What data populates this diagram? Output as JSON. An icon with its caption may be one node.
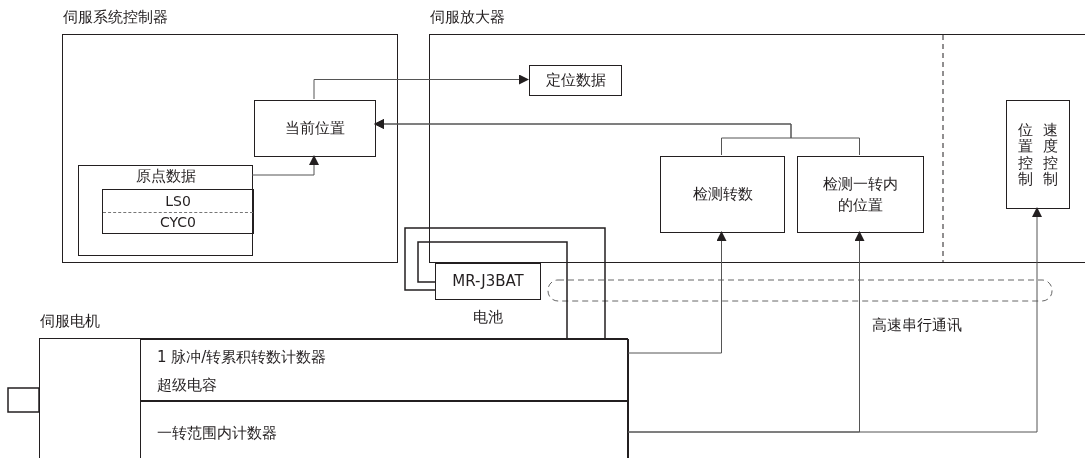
{
  "diagram": {
    "nodes": [
      {
        "text": [
          "伺服系统控制器"
        ]
      },
      {
        "text": [
          "当前位置"
        ],
        "in": 0
      },
      {
        "text": [
          "原点数据"
        ],
        "in": 0
      },
      {
        "text": [
          "LS0",
          "CYC0"
        ],
        "in": 2
      },
      {
        "text": [
          "伺服放大器"
        ]
      },
      {
        "text": [
          "定位数据"
        ],
        "in": 4
      },
      {
        "text": [
          "检测转数"
        ],
        "in": 4
      },
      {
        "text": [
          "检测一转内的位置"
        ],
        "in": 4
      },
      {
        "text": [
          "位置控制",
          "速度控制"
        ],
        "in": 4
      },
      {
        "text": [
          "MR-J3BAT"
        ],
        "beside": [
          "电池"
        ]
      },
      {
        "text": [
          "伺服电机"
        ]
      },
      {
        "text": [
          "1 脉冲/转累积转数计数器",
          "超级电容"
        ],
        "in": 10
      },
      {
        "text": [
          "一转范围内计数器"
        ],
        "in": 10
      }
    ],
    "edges": [
      {
        "from": 1,
        "to": 5,
        "arrow": "to"
      },
      {
        "from": 2,
        "to": 1,
        "arrow": "to"
      },
      {
        "from": 6,
        "to": 1,
        "arrow": "to"
      },
      {
        "from": 7,
        "to": 1,
        "arrow": "to"
      },
      {
        "from": 11,
        "to": 6,
        "arrow": "to"
      },
      {
        "from": 12,
        "to": 7,
        "arrow": "to"
      },
      {
        "from": 12,
        "to": 8,
        "arrow": "to"
      },
      {
        "from": 10,
        "to": 9,
        "arrow": "none"
      },
      {
        "from": 10,
        "to": 9,
        "arrow": "none"
      }
    ],
    "labels": [
      "高速串行通讯"
    ]
  }
}
